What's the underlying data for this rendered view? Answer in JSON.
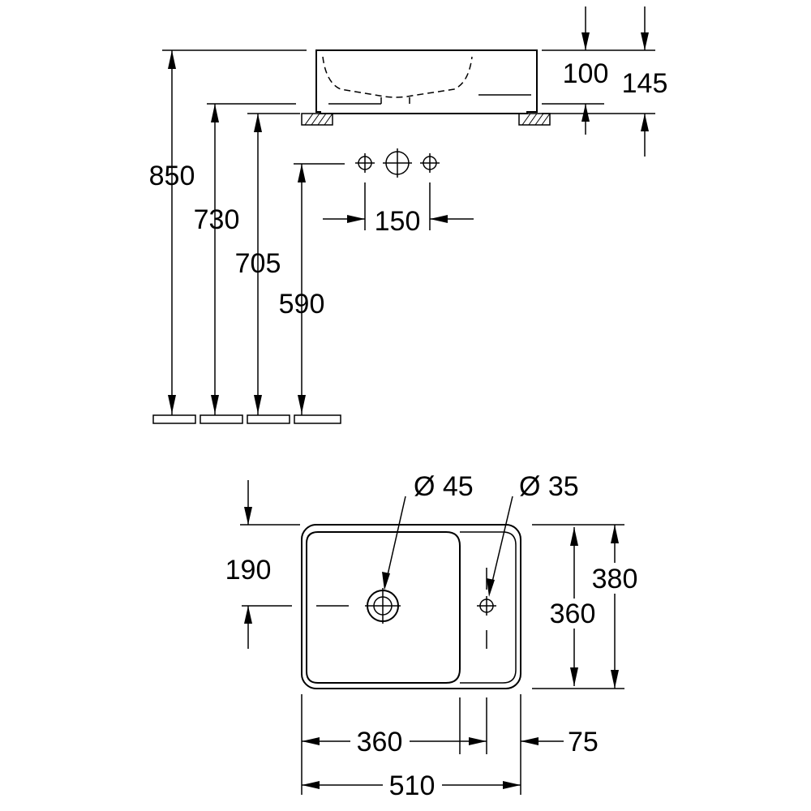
{
  "side_view": {
    "heights": {
      "h850": "850",
      "h730": "730",
      "h705": "705",
      "h590": "590"
    },
    "basin_height": "100",
    "overall_height": "145",
    "tap_spacing": "150"
  },
  "plan_view": {
    "waste_diameter": "Ø 45",
    "tap_hole_diameter": "Ø 35",
    "offset_190": "190",
    "depth_380": "380",
    "inner_depth_360": "360",
    "bowl_width_360": "360",
    "ledge_75": "75",
    "overall_width_510": "510"
  }
}
